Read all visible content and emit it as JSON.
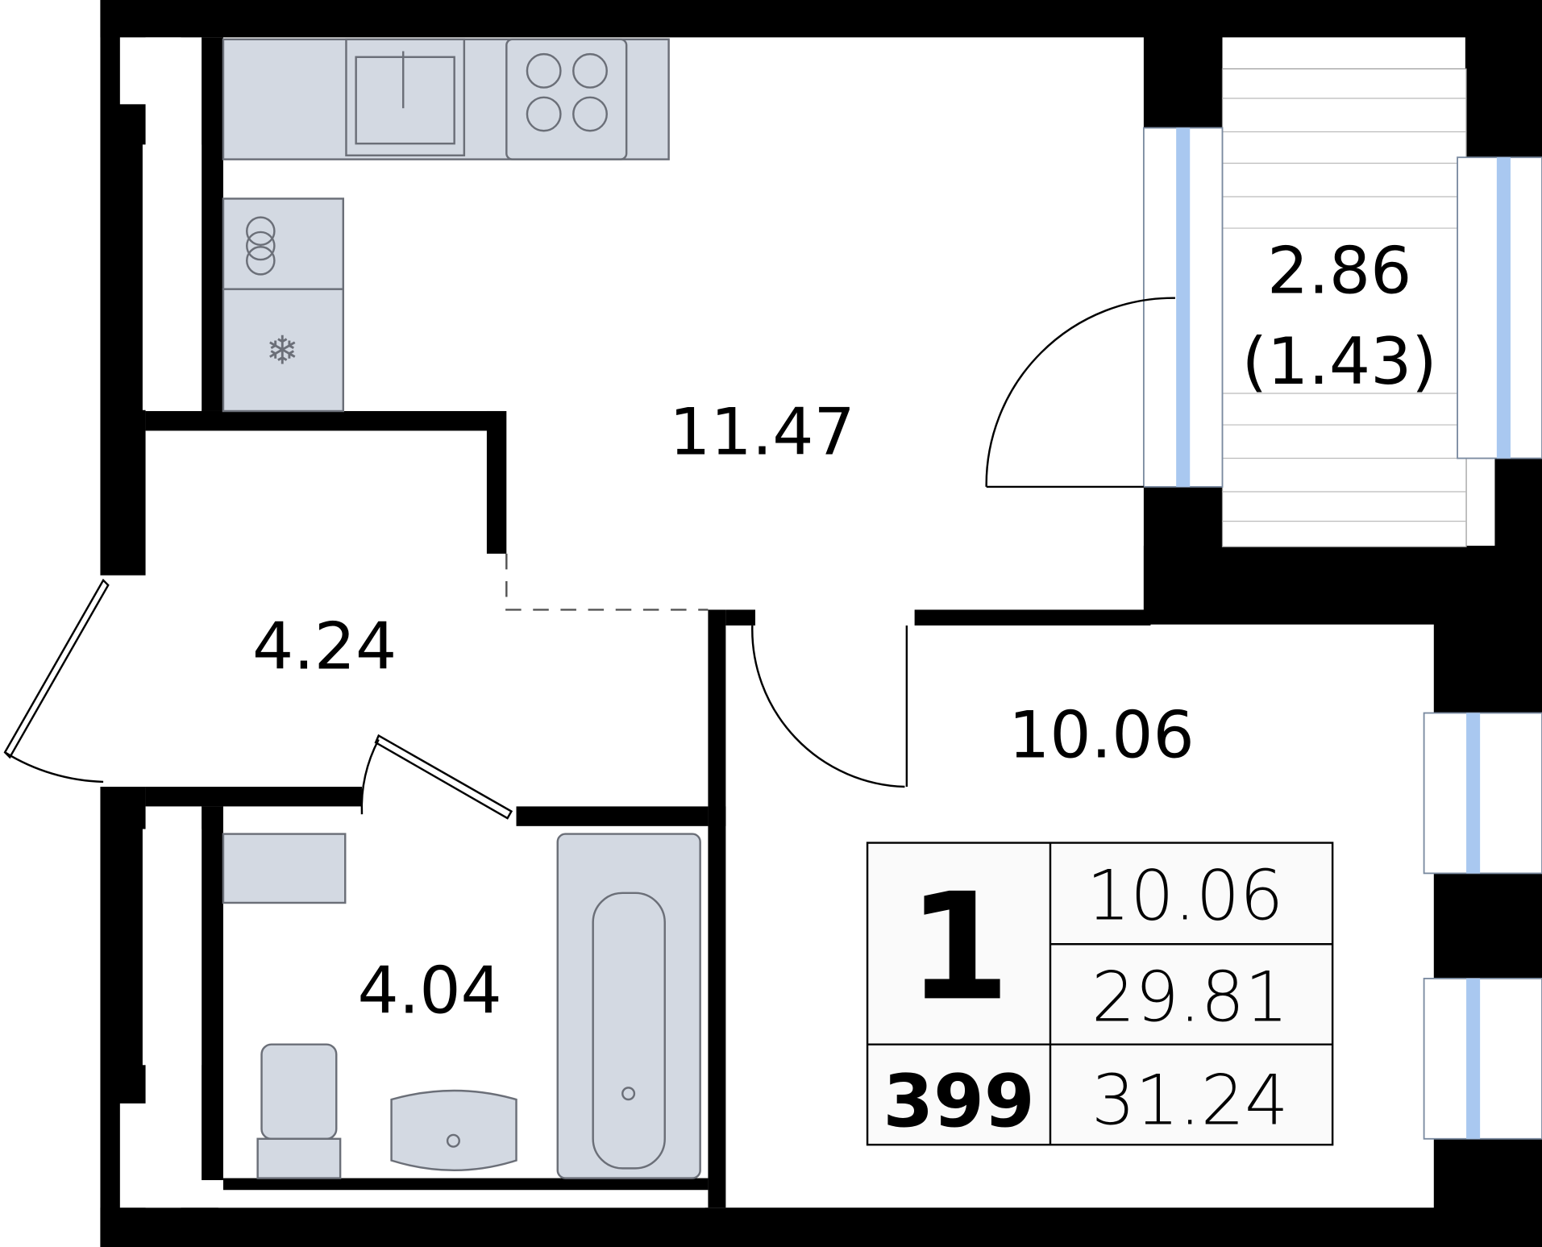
{
  "rooms": {
    "kitchen_living": "11.47",
    "hallway": "4.24",
    "bathroom": "4.04",
    "bedroom": "10.06",
    "balcony": "2.86",
    "balcony_reduced": "(1.43)"
  },
  "summary": {
    "rooms_count": "1",
    "apartment_number": "399",
    "living_area": "10.06",
    "area_without_balcony": "29.81",
    "total_area": "31.24"
  },
  "colors": {
    "wall": "#000000",
    "fixture": "#d3d9e2",
    "glass": "#a9c8f0"
  }
}
